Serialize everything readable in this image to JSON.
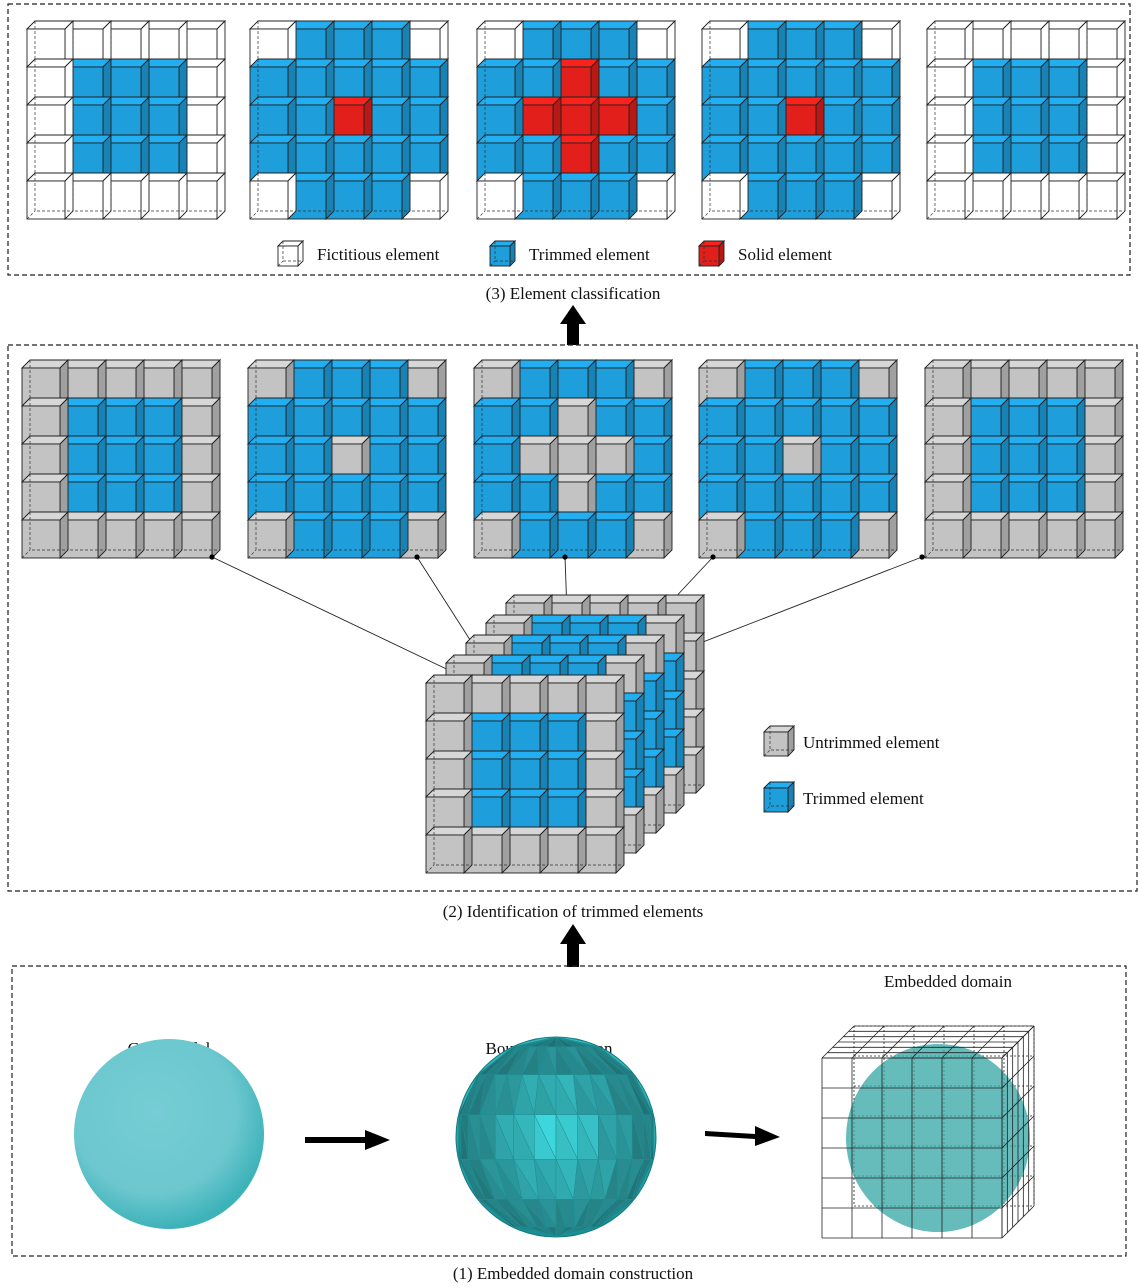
{
  "panels": {
    "classification": {
      "caption": "(3) Element classification",
      "legend": [
        {
          "label": "Fictitious element",
          "kind": "fictitious"
        },
        {
          "label": "Trimmed element",
          "kind": "trimmed"
        },
        {
          "label": "Solid element",
          "kind": "solid"
        }
      ],
      "slices": [
        [
          "FFFFF",
          "FTTTF",
          "FTTTF",
          "FTTTF",
          "FFFFF"
        ],
        [
          "FTTTF",
          "TTTTT",
          "TTSTT",
          "TTTTT",
          "FTTTF"
        ],
        [
          "FTTTF",
          "TTSTT",
          "TSSST",
          "TTSTT",
          "FTTTF"
        ],
        [
          "FTTTF",
          "TTTTT",
          "TTSTT",
          "TTTTT",
          "FTTTF"
        ],
        [
          "FFFFF",
          "FTTTF",
          "FTTTF",
          "FTTTF",
          "FFFFF"
        ]
      ]
    },
    "identification": {
      "caption": "(2) Identification of trimmed elements",
      "legend": [
        {
          "label": "Untrimmed element",
          "kind": "untrimmed"
        },
        {
          "label": "Trimmed element",
          "kind": "trimmed"
        }
      ],
      "slices": [
        [
          "UUUUU",
          "UTTTU",
          "UTTTU",
          "UTTTU",
          "UUUUU"
        ],
        [
          "UTTTU",
          "TTTTT",
          "TTUTT",
          "TTTTT",
          "UTTTU"
        ],
        [
          "UTTTU",
          "TTUTT",
          "TUUUT",
          "TTUTT",
          "UTTTU"
        ],
        [
          "UTTTU",
          "TTTTT",
          "TTUTT",
          "TTTTT",
          "UTTTU"
        ],
        [
          "UUUUU",
          "UTTTU",
          "UTTTU",
          "UTTTU",
          "UUUUU"
        ]
      ]
    },
    "construction": {
      "caption": "(1) Embedded domain construction",
      "labels": {
        "cad": "CAD model",
        "polygon": "Boundary polygon",
        "domain": "Embedded domain"
      }
    }
  },
  "colors": {
    "fictitious": "#ffffff",
    "trimmed": "#1e9fdc",
    "solid": "#e21f1a",
    "untrimmed": "#c3c3c3",
    "sphere": "#6cc7cf",
    "polygon": "#2fb3b8"
  }
}
